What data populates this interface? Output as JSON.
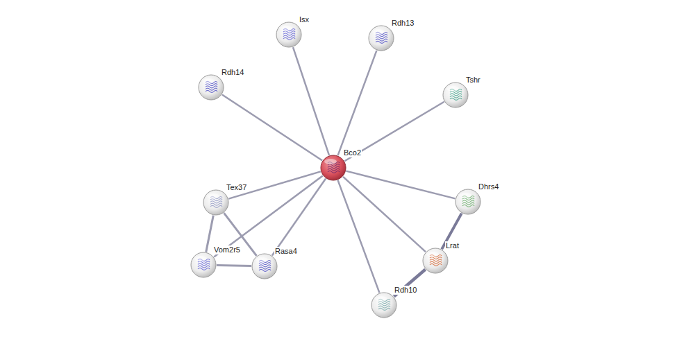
{
  "diagram": {
    "nodes": [
      {
        "text": [
          "Isx"
        ]
      },
      {
        "text": [
          "Rdh13"
        ]
      },
      {
        "text": [
          "Rdh14"
        ]
      },
      {
        "text": [
          "Tshr"
        ]
      },
      {
        "text": [
          "Bco2"
        ]
      },
      {
        "text": [
          "Tex37"
        ]
      },
      {
        "text": [
          "Dhrs4"
        ]
      },
      {
        "text": [
          "Lrat"
        ]
      },
      {
        "text": [
          "Vom2r5"
        ]
      },
      {
        "text": [
          "Rasa4"
        ]
      },
      {
        "text": [
          "Rdh10"
        ]
      }
    ],
    "edges": [
      {
        "from": 4,
        "to": 0,
        "arrow": "none"
      },
      {
        "from": 4,
        "to": 1,
        "arrow": "none"
      },
      {
        "from": 4,
        "to": 2,
        "arrow": "none"
      },
      {
        "from": 4,
        "to": 3,
        "arrow": "none"
      },
      {
        "from": 4,
        "to": 5,
        "arrow": "none"
      },
      {
        "from": 4,
        "to": 6,
        "arrow": "none"
      },
      {
        "from": 4,
        "to": 7,
        "arrow": "none"
      },
      {
        "from": 4,
        "to": 8,
        "arrow": "none"
      },
      {
        "from": 4,
        "to": 9,
        "arrow": "none"
      },
      {
        "from": 4,
        "to": 10,
        "arrow": "none"
      },
      {
        "from": 5,
        "to": 8,
        "arrow": "none"
      },
      {
        "from": 5,
        "to": 9,
        "arrow": "none"
      },
      {
        "from": 8,
        "to": 9,
        "arrow": "none"
      },
      {
        "from": 6,
        "to": 7,
        "arrow": "none"
      },
      {
        "from": 7,
        "to": 10,
        "arrow": "none"
      }
    ]
  }
}
